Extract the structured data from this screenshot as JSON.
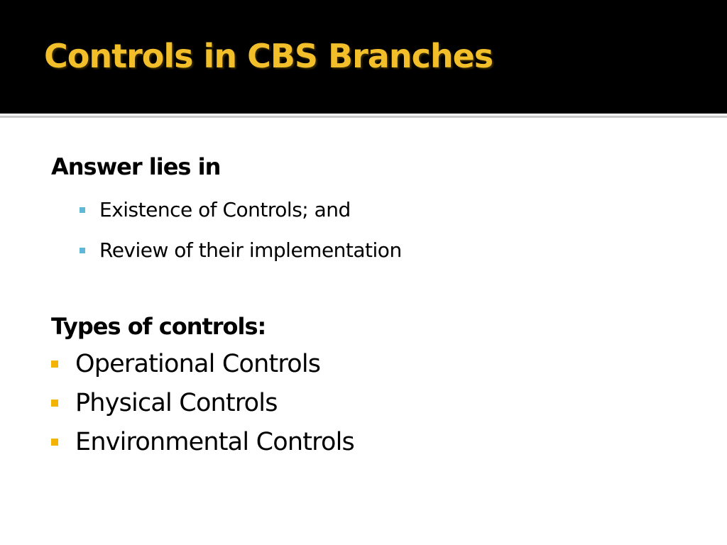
{
  "slide": {
    "title": "Controls in CBS Branches",
    "colors": {
      "title_bar": "#000000",
      "title_text": "#f2bf2a",
      "sub_bullet": "#5fb8d8",
      "main_bullet": "#f2b400"
    }
  },
  "section1": {
    "heading": "Answer lies in",
    "items": [
      "Existence of Controls; and",
      "Review of their implementation"
    ]
  },
  "section2": {
    "heading": "Types of controls:",
    "items": [
      "Operational Controls",
      "Physical Controls",
      "Environmental Controls"
    ]
  }
}
